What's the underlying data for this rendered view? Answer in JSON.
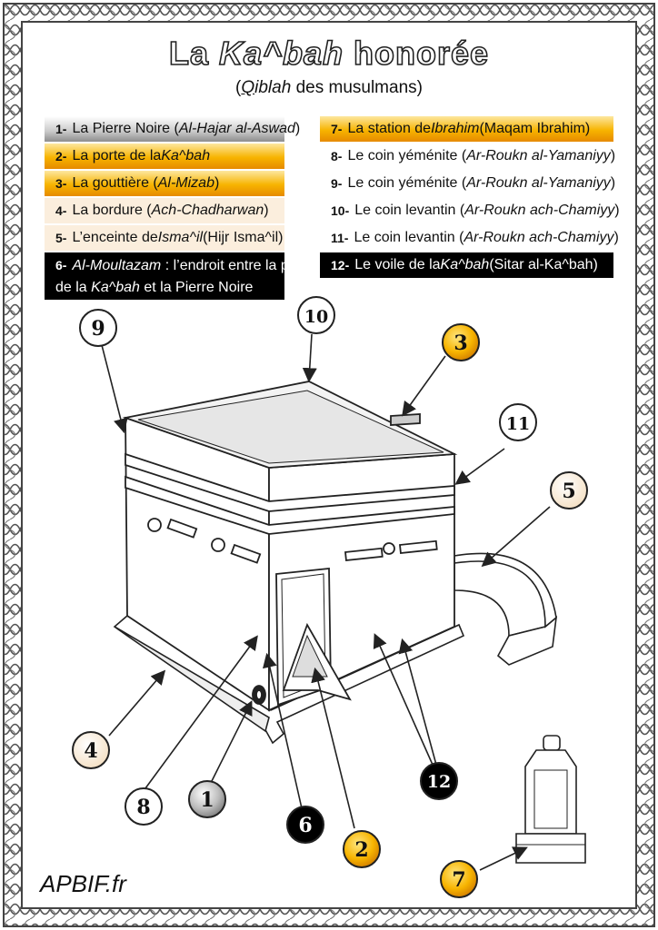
{
  "title": {
    "part1": "La ",
    "part2": "Ka^bah",
    "part3": " honorée"
  },
  "subtitle": {
    "open": "(",
    "q": "Q",
    "rest": "iblah",
    "tail": " des musulmans)"
  },
  "legend_left": [
    {
      "num": "1-",
      "text": "La Pierre Noire (",
      "em": "Al-Hajar al-Aswad",
      "end": ")",
      "style": "grey"
    },
    {
      "num": "2-",
      "text": "La porte de la ",
      "em": "Ka^bah",
      "end": "",
      "style": "gold"
    },
    {
      "num": "3-",
      "text": "La gouttière (",
      "em": "Al-Mizab",
      "end": ")",
      "style": "gold"
    },
    {
      "num": "4-",
      "text": "La bordure (",
      "em": "Ach-Chadharwan",
      "end": ")",
      "style": "cream"
    },
    {
      "num": "5-",
      "text": "L’enceinte de ",
      "em": "Isma^il",
      "end": " (Hijr Isma^il)",
      "style": "cream"
    }
  ],
  "legend_left_6": {
    "num": "6-",
    "em": "Al-Moultazam",
    "text": " : l’endroit entre la porte",
    "line2a": "de la ",
    "line2em": "Ka^bah",
    "line2b": " et la Pierre Noire"
  },
  "legend_right": [
    {
      "num": "7-",
      "text": "La station de ",
      "em": "Ibrahim",
      "end": " (Maqam Ibrahim)",
      "style": "gold"
    },
    {
      "num": "8-",
      "text": "Le coin yéménite (",
      "em": "Ar-Roukn al-Yamaniyy",
      "end": ")",
      "style": "white"
    },
    {
      "num": "9-",
      "text": "Le coin yéménite (",
      "em": "Ar-Roukn al-Yamaniyy",
      "end": ")",
      "style": "white"
    },
    {
      "num": "10-",
      "text": "Le coin levantin (",
      "em": "Ar-Roukn ach-Chamiyy",
      "end": ")",
      "style": "white"
    },
    {
      "num": "11-",
      "text": "Le coin levantin (",
      "em": "Ar-Roukn ach-Chamiyy",
      "end": ")",
      "style": "white"
    },
    {
      "num": "12-",
      "text": "Le voile de la ",
      "em": "Ka^bah",
      "end": " (Sitar al-Ka^bah)",
      "style": "black"
    }
  ],
  "badges": {
    "b1": "1",
    "b2": "2",
    "b3": "3",
    "b4": "4",
    "b5": "5",
    "b6": "6",
    "b7": "7",
    "b8": "8",
    "b9": "9",
    "b10": "10",
    "b11": "11",
    "b12": "12"
  },
  "brand": "APBIF.fr",
  "colors": {
    "gold": "#f7b400",
    "cream": "#fbeedd",
    "grey": "#a0a0a0",
    "black": "#000000"
  }
}
